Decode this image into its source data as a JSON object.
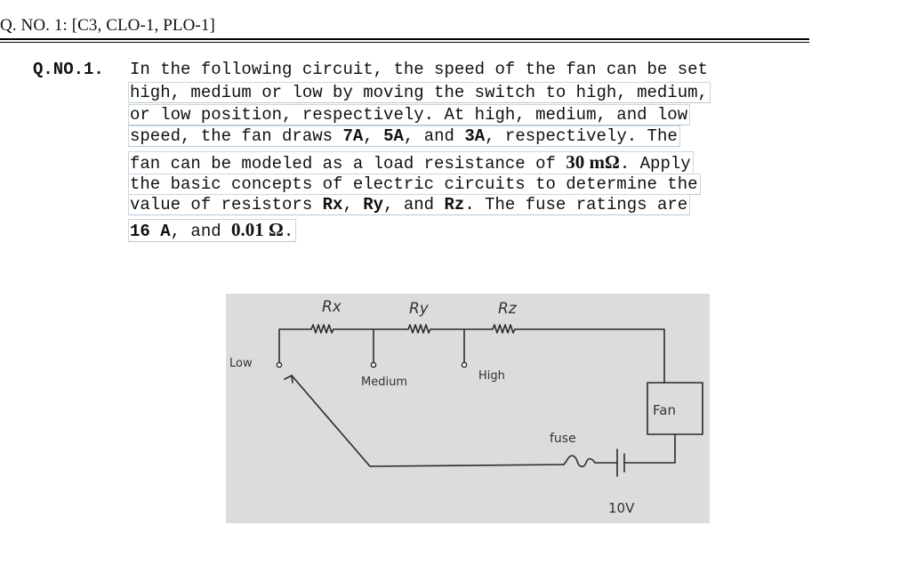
{
  "header": {
    "title": "Q. NO. 1: [C3, CLO-1, PLO-1]"
  },
  "question": {
    "number": "Q.NO.1.",
    "lines": [
      [
        "In the following circuit, the speed of the fan can be set"
      ],
      [
        "high, medium or low by moving the switch to high, medium,"
      ],
      [
        "or low position, respectively. At high, medium, and low"
      ],
      [
        "speed, the fan draws ",
        "7A",
        ", ",
        "5A",
        ", and ",
        "3A",
        ", respectively. The"
      ],
      [
        "fan can be modeled as a load resistance of ",
        "30 mΩ",
        ". Apply"
      ],
      [
        "the basic concepts of electric circuits to determine the"
      ],
      [
        "value of resistors ",
        "Rx",
        ", ",
        "Ry",
        ", and ",
        "Rz",
        ". The fuse ratings are"
      ],
      [
        "16 A",
        ", and ",
        "0.01 Ω",
        "."
      ]
    ]
  },
  "circuit": {
    "labels": {
      "rx": "Rx",
      "ry": "Ry",
      "rz": "Rz",
      "low": "Low",
      "medium": "Medium",
      "high": "High",
      "fan": "Fan",
      "fuse": "fuse",
      "source": "10V"
    }
  }
}
